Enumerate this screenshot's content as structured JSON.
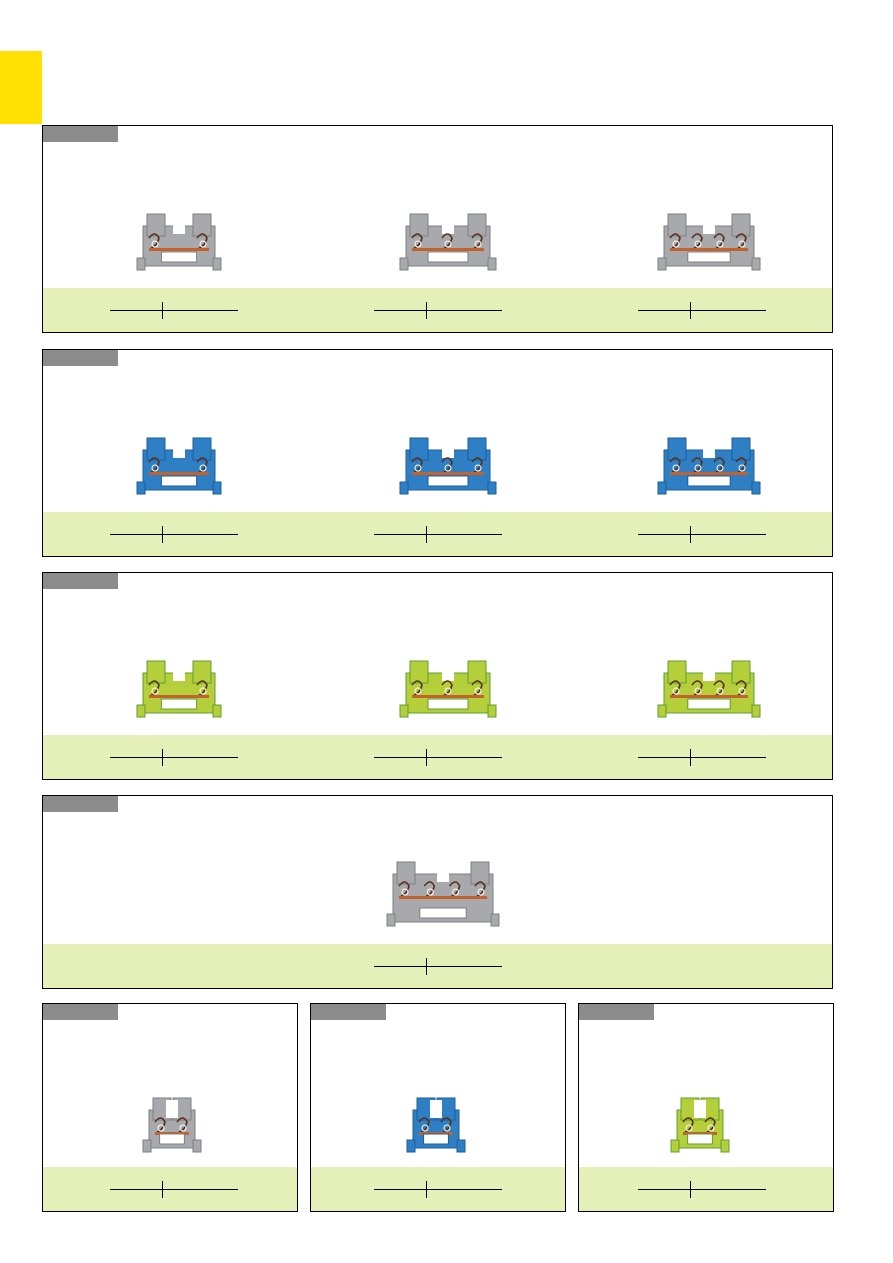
{
  "page": {
    "tab_color": "#ffe000",
    "label_color": "#8c8c8c",
    "footer_color": "#e4f0b8"
  },
  "panels": [
    {
      "id": "row-gray",
      "items": [
        {
          "color": "gray",
          "fill": "#a7a9ac",
          "dark": "#7d7f82",
          "poles": 2
        },
        {
          "color": "gray",
          "fill": "#a7a9ac",
          "dark": "#7d7f82",
          "poles": 3
        },
        {
          "color": "gray",
          "fill": "#a7a9ac",
          "dark": "#7d7f82",
          "poles": 4
        }
      ]
    },
    {
      "id": "row-blue",
      "items": [
        {
          "color": "blue",
          "fill": "#2f7fc4",
          "dark": "#1b5d9c",
          "poles": 2
        },
        {
          "color": "blue",
          "fill": "#2f7fc4",
          "dark": "#1b5d9c",
          "poles": 3
        },
        {
          "color": "blue",
          "fill": "#2f7fc4",
          "dark": "#1b5d9c",
          "poles": 4
        }
      ]
    },
    {
      "id": "row-green-yellow",
      "items": [
        {
          "color": "green-yellow",
          "fill": "#b5cf3a",
          "dark": "#5d9e35",
          "poles": 2
        },
        {
          "color": "green-yellow",
          "fill": "#b5cf3a",
          "dark": "#5d9e35",
          "poles": 3
        },
        {
          "color": "green-yellow",
          "fill": "#b5cf3a",
          "dark": "#5d9e35",
          "poles": 4
        }
      ]
    },
    {
      "id": "row-gray-wide",
      "items": [
        {
          "color": "gray",
          "fill": "#a7a9ac",
          "dark": "#7d7f82",
          "poles": 4
        }
      ]
    }
  ],
  "small_panels": [
    {
      "id": "small-gray",
      "color": "gray",
      "fill": "#a7a9ac",
      "dark": "#7d7f82"
    },
    {
      "id": "small-blue",
      "color": "blue",
      "fill": "#2f7fc4",
      "dark": "#1b5d9c"
    },
    {
      "id": "small-green-yellow",
      "color": "green-yellow",
      "fill": "#b5cf3a",
      "dark": "#5d9e35"
    }
  ]
}
